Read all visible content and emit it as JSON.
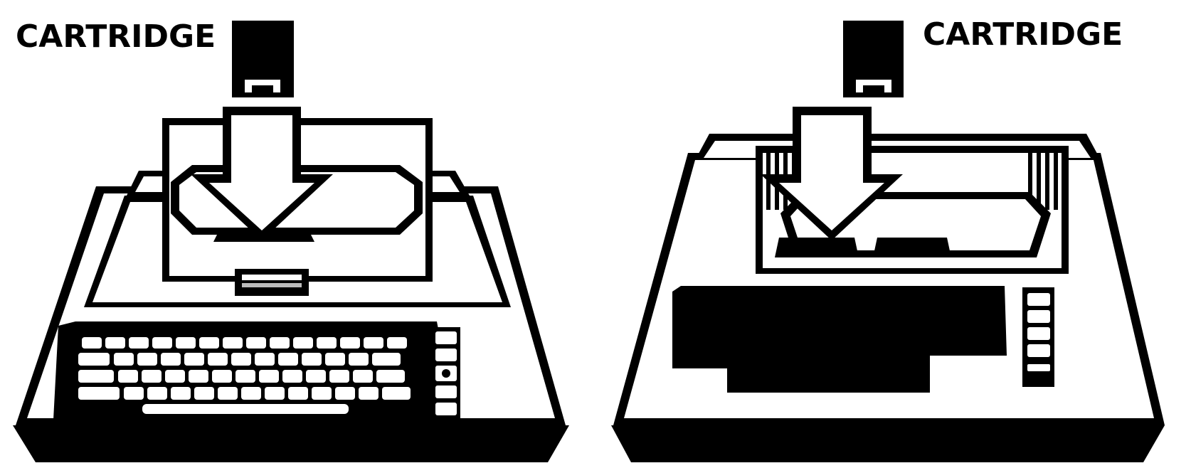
{
  "diagram": {
    "panels": [
      {
        "label": "CARTRIDGE",
        "console": "single-slot console with full keyboard"
      },
      {
        "label": "CARTRIDGE",
        "console": "dual-slot console"
      }
    ]
  }
}
